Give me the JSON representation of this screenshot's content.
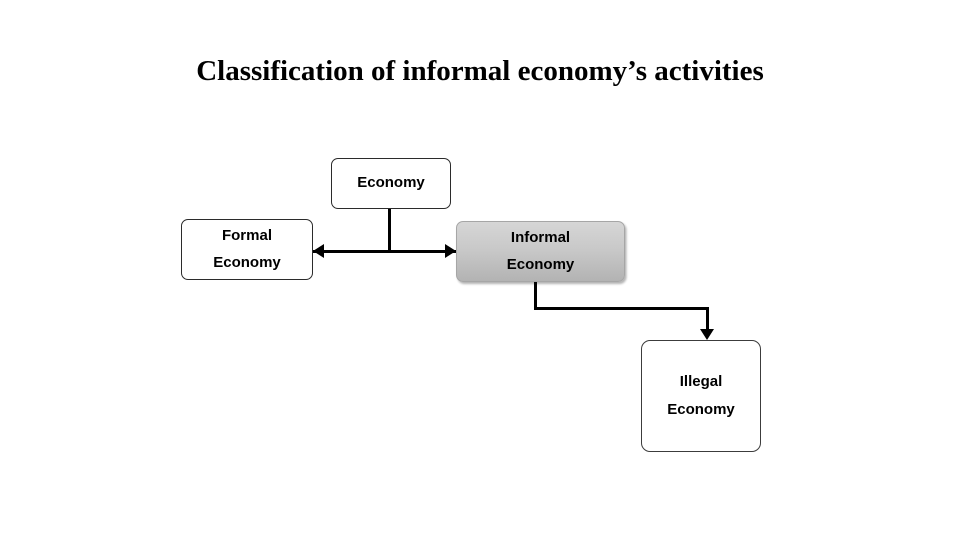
{
  "slide": {
    "title": "Classification of informal economy’s activities",
    "background_color": "#ffffff"
  },
  "diagram": {
    "type": "flowchart",
    "nodes": [
      {
        "id": "economy",
        "line1": "Economy",
        "line2": "",
        "fill": "#ffffff",
        "border": "#2b2b2b"
      },
      {
        "id": "formal",
        "line1": "Formal",
        "line2": "Economy",
        "fill": "#ffffff",
        "border": "#2b2b2b"
      },
      {
        "id": "informal",
        "line1": "Informal",
        "line2": "Economy",
        "fill": "#c9c9c9",
        "border": "#a6a6a6"
      },
      {
        "id": "illegal",
        "line1": "Illegal",
        "line2": "Economy",
        "fill": "#ffffff",
        "border": "#3c3c3c"
      }
    ],
    "connectors": [
      {
        "id": "economy-to-split",
        "from": "economy",
        "to": "split-bar",
        "arrow": "none"
      },
      {
        "id": "split-to-formal",
        "from": "split-bar",
        "to": "formal",
        "arrow": "left"
      },
      {
        "id": "split-to-informal",
        "from": "split-bar",
        "to": "informal",
        "arrow": "right"
      },
      {
        "id": "informal-to-illegal",
        "from": "informal",
        "to": "illegal",
        "arrow": "down"
      }
    ]
  }
}
